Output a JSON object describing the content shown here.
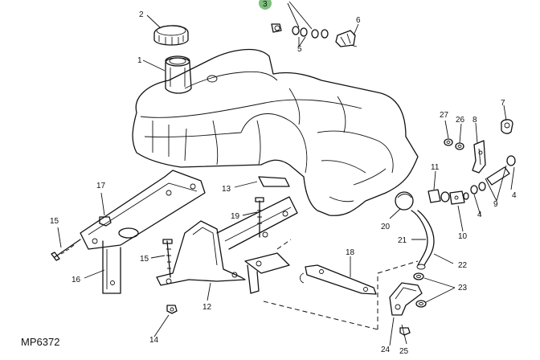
{
  "diagram": {
    "figure_code": "MP6372",
    "callouts": [
      "1",
      "2",
      "3",
      "4",
      "5",
      "6",
      "7",
      "8",
      "9",
      "10",
      "11",
      "12",
      "13",
      "14",
      "15",
      "16",
      "17",
      "18",
      "19",
      "20",
      "21",
      "22",
      "23",
      "24",
      "25",
      "26",
      "27"
    ]
  },
  "colors": {
    "line": "#111111",
    "background": "#ffffff",
    "highlight_badge": "#7fbf7f"
  }
}
